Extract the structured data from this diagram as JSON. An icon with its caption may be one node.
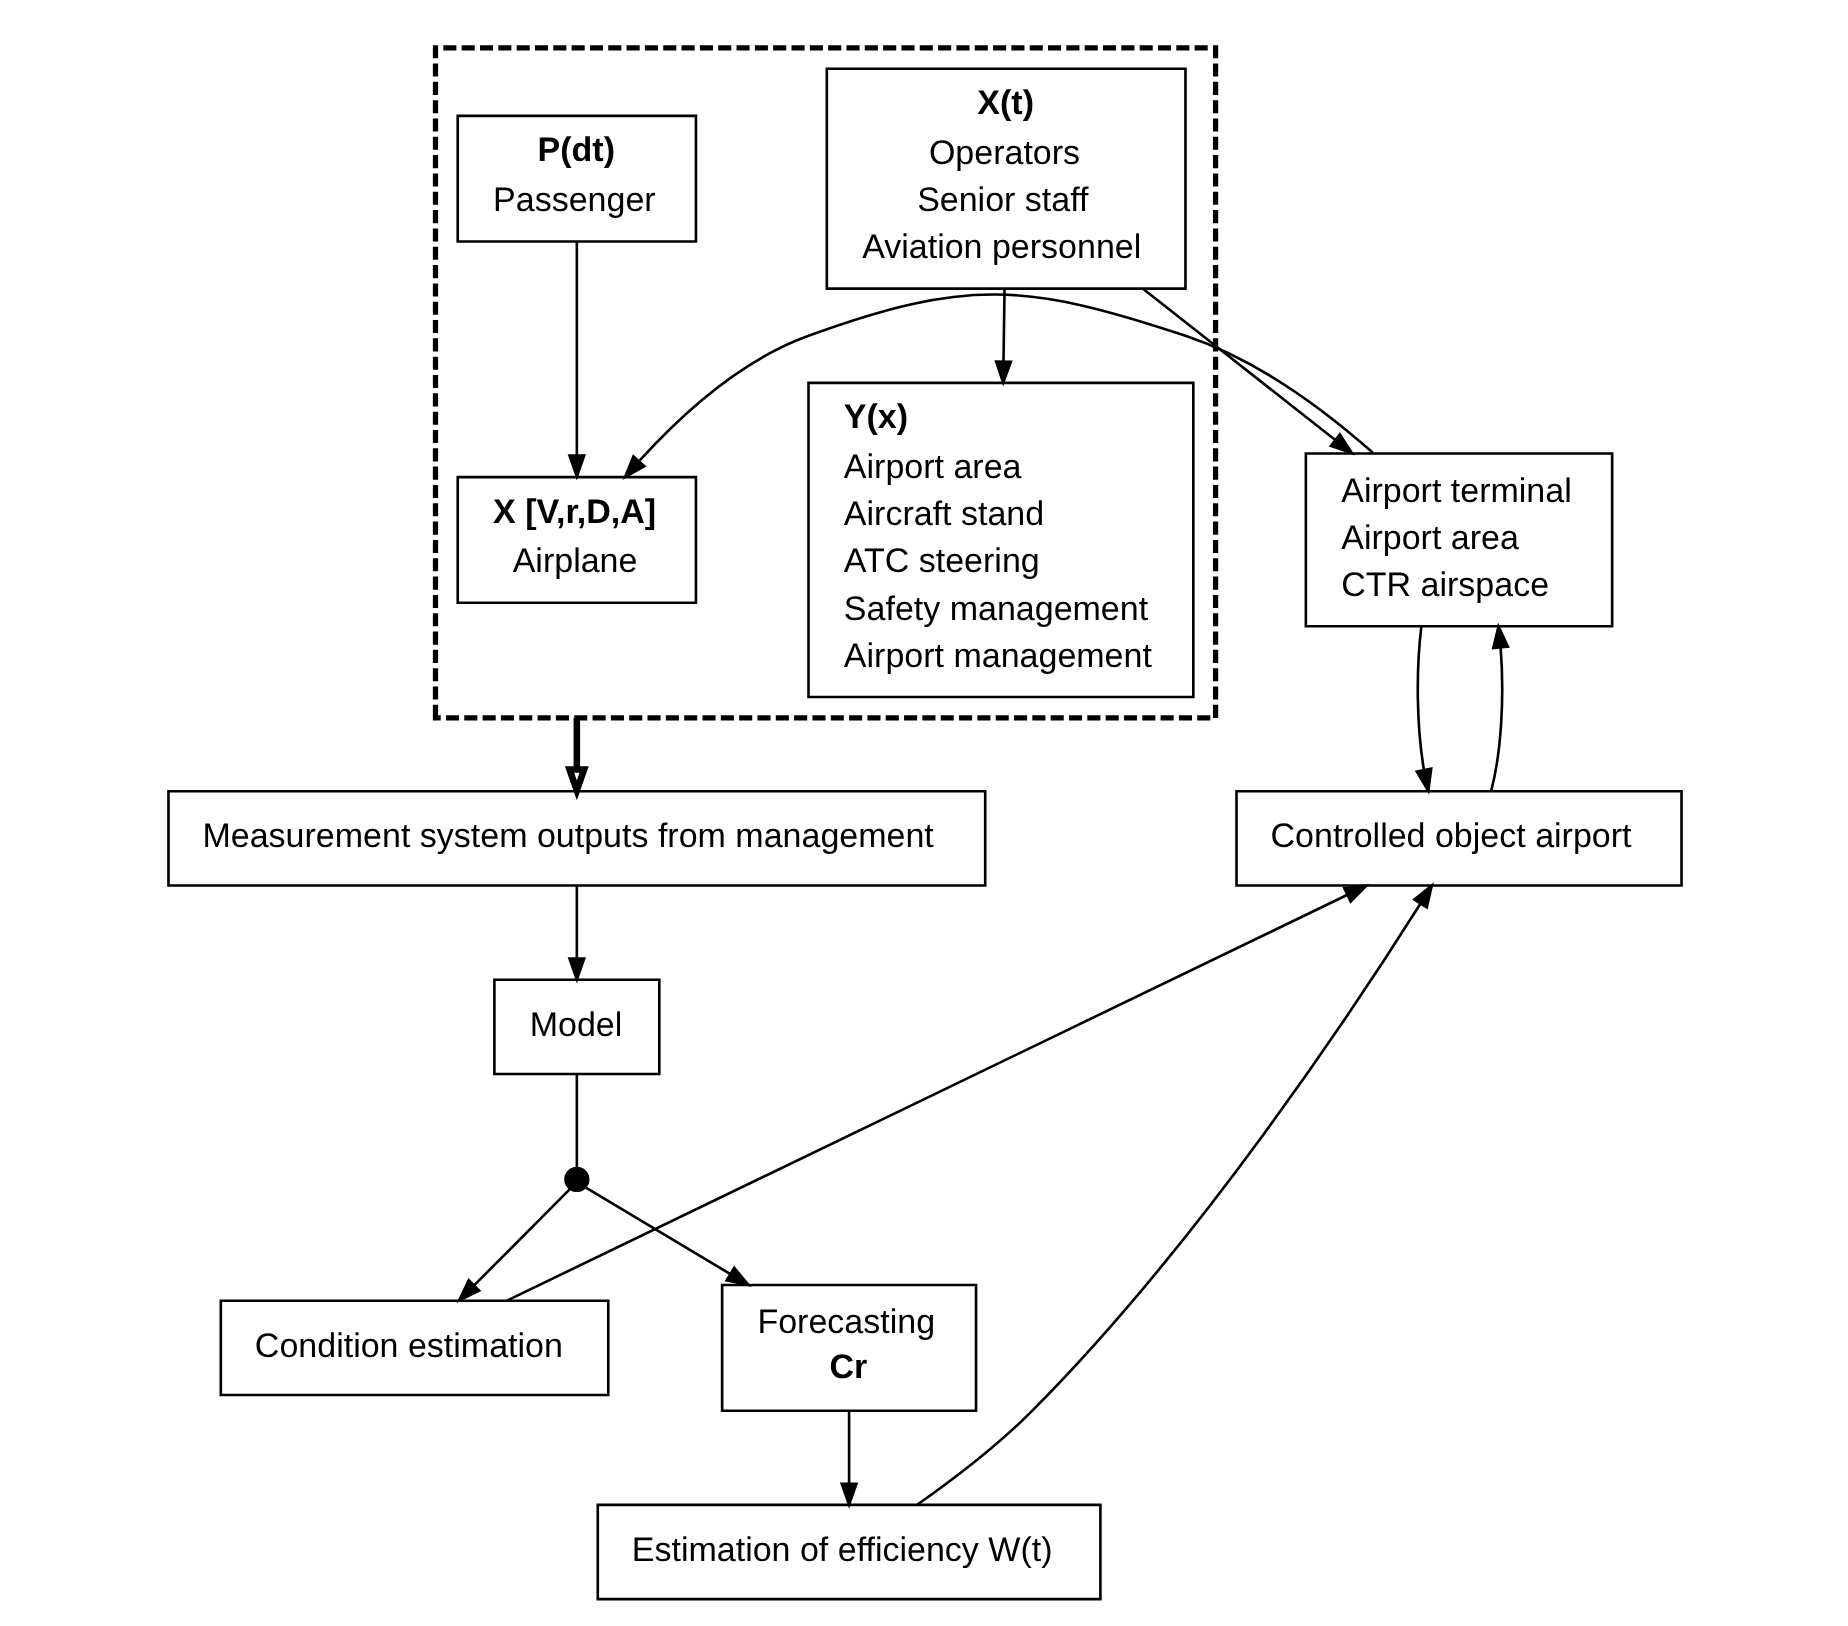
{
  "diagram": {
    "nodes": [
      {
        "text": [],
        "shape": "box"
      },
      {
        "text": [
          "Y(x)",
          "Airport area",
          "Aircraft stand",
          "ATC steering",
          "Safety management",
          "Airport management"
        ],
        "in": 0
      },
      {
        "text": [
          "X(t)",
          "Operators",
          "Senior staff",
          "Aviation personnel"
        ],
        "in": 0
      },
      {
        "text": [
          "Airport terminal",
          "Airport area",
          "CTR airspace"
        ]
      },
      {
        "text": [
          "P(dt)",
          "Passenger"
        ],
        "in": 0
      },
      {
        "text": [
          "X [V,r,D,A]",
          "Airplane"
        ],
        "in": 0
      },
      {
        "text": [
          "Controlled object airport"
        ]
      },
      {
        "text": [
          "Measurement system outputs from management"
        ]
      },
      {
        "text": [
          "Model"
        ]
      },
      {
        "text": [
          "Condition estimation"
        ]
      },
      {
        "text": [
          "Forecasting",
          "Cr"
        ]
      },
      {
        "text": [
          "Estimation of efficiency W(t)"
        ]
      },
      {
        "text": [],
        "shape": "circle"
      }
    ],
    "edges": [
      {
        "from": 2,
        "to": 1,
        "arrow": "to"
      },
      {
        "from": 2,
        "to": 3,
        "arrow": "to"
      },
      {
        "from": 3,
        "to": 5,
        "arrow": "to"
      },
      {
        "from": 6,
        "to": 3,
        "arrow": "to"
      },
      {
        "from": 3,
        "to": 6,
        "arrow": "to"
      },
      {
        "from": 4,
        "to": 5,
        "arrow": "to"
      },
      {
        "from": 0,
        "to": 7,
        "arrow": "to",
        "style": "thick"
      },
      {
        "from": 7,
        "to": 8,
        "arrow": "to"
      },
      {
        "from": 8,
        "to": 12,
        "arrow": "none"
      },
      {
        "from": 12,
        "to": 9,
        "arrow": "to"
      },
      {
        "from": 12,
        "to": 10,
        "arrow": "to"
      },
      {
        "from": 9,
        "to": 6,
        "arrow": "to"
      },
      {
        "from": 10,
        "to": 11,
        "arrow": "to"
      },
      {
        "from": 11,
        "to": 6,
        "arrow": "to"
      }
    ]
  }
}
